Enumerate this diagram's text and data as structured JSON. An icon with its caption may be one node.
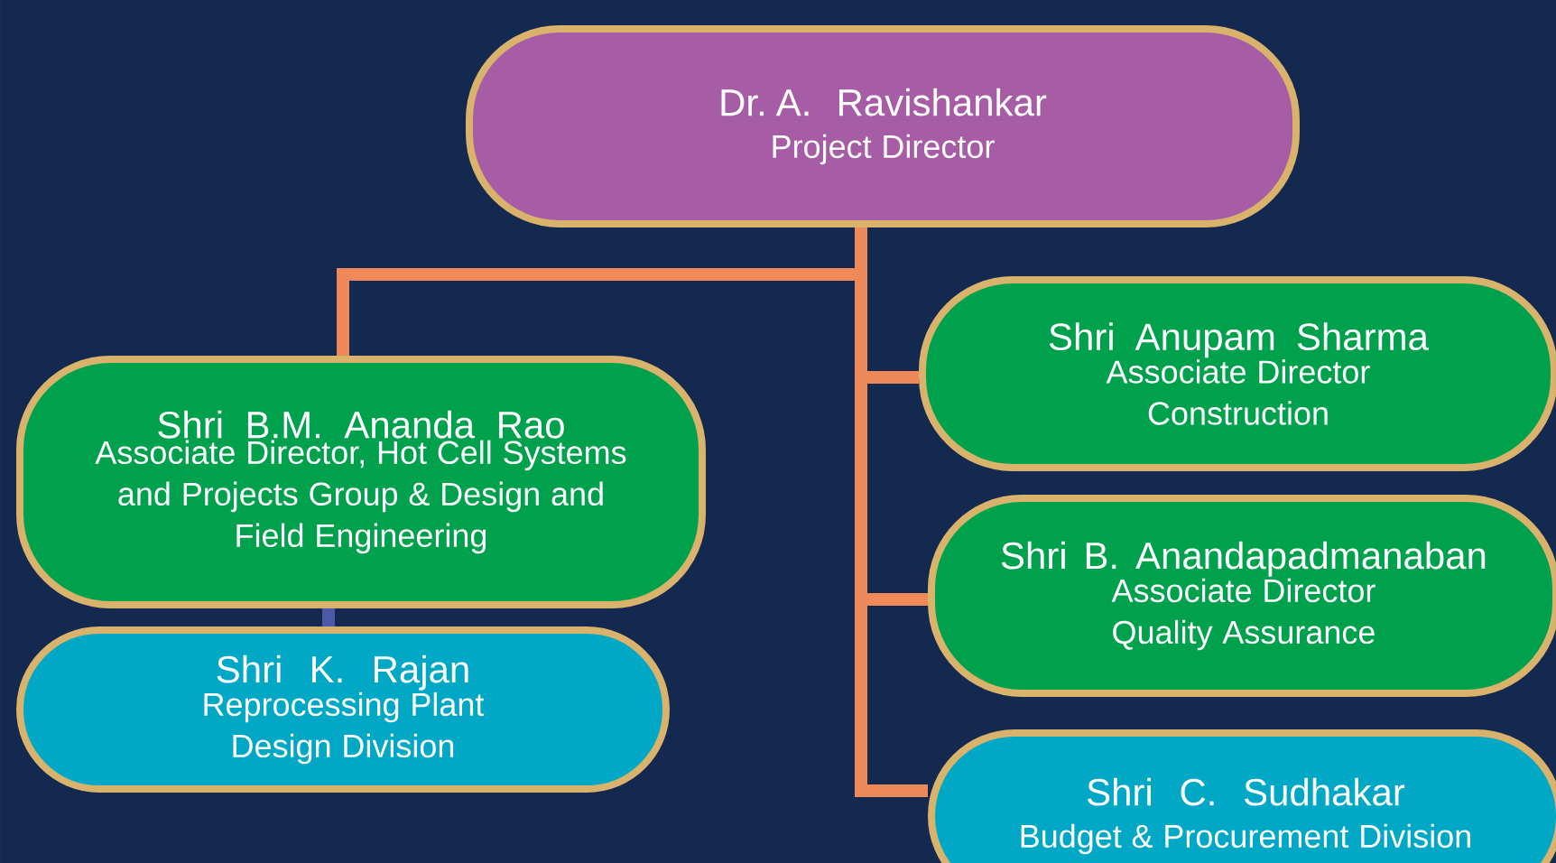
{
  "diagram": {
    "nodes": [
      {
        "text": [
          "Dr. A. Ravishankar",
          "Project Director"
        ]
      },
      {
        "text": [
          "Shri B.M. Ananda Rao",
          "Associate Director, Hot Cell Systems and Projects Group & Design and Field Engineering"
        ]
      },
      {
        "text": [
          "Shri K. Rajan",
          "Reprocessing Plant Design Division"
        ]
      },
      {
        "text": [
          "Shri Anupam Sharma",
          "Associate Director Construction"
        ]
      },
      {
        "text": [
          "Shri B. Anandapadmanaban",
          "Associate Director Quality Assurance"
        ]
      },
      {
        "text": [
          "Shri C. Sudhakar",
          "Budget & Procurement Division"
        ]
      }
    ],
    "edges": [
      {
        "from": 0,
        "to": 1,
        "arrow": "none"
      },
      {
        "from": 1,
        "to": 2,
        "arrow": "none",
        "color": "#4a5aa8"
      },
      {
        "from": 0,
        "to": 3,
        "arrow": "none"
      },
      {
        "from": 0,
        "to": 4,
        "arrow": "none"
      },
      {
        "from": 0,
        "to": 5,
        "arrow": "none"
      }
    ]
  }
}
